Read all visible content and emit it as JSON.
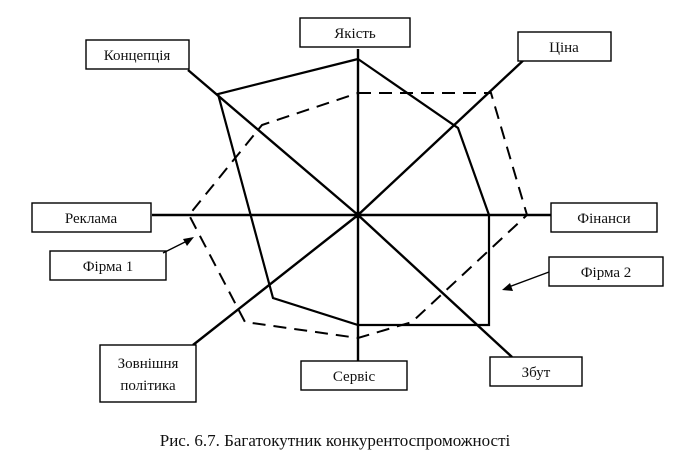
{
  "labels": {
    "quality": "Якість",
    "price": "Ціна",
    "finance": "Фінанси",
    "sales": "Збут",
    "service": "Сервіс",
    "foreign_policy_line1": "Зовнішня",
    "foreign_policy_line2": "політика",
    "advertising": "Реклама",
    "concept": "Концепція"
  },
  "legend": {
    "firm1": "Фірма 1",
    "firm2": "Фірма 2"
  },
  "caption": "Рис. 6.7. Багатокутник конкурентоспроможності"
}
